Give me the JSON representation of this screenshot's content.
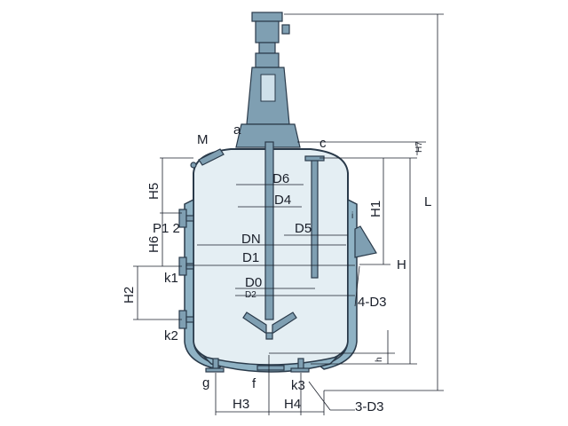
{
  "colors": {
    "vessel": "#e4eef3",
    "jacket": "#8fb2c4",
    "metal": "#7f9fb2",
    "line": "#2a3a4a"
  },
  "labels": {
    "M": "M",
    "a": "a",
    "c": "c",
    "H7": "H7",
    "D6": "D6",
    "D4": "D4",
    "D5": "D5",
    "DN": "DN",
    "D1": "D1",
    "D0": "D0",
    "D2": "D2",
    "H5": "H5",
    "P12": "P1 2",
    "H6": "H6",
    "k1": "k1",
    "H2": "H2",
    "k2": "k2",
    "i": "i",
    "H1": "H1",
    "H": "H",
    "L": "L",
    "D3_4": "4-D3",
    "h": "h",
    "g": "g",
    "f": "f",
    "k3": "k3",
    "H3": "H3",
    "H4": "H4",
    "D3_3": "3-D3"
  }
}
